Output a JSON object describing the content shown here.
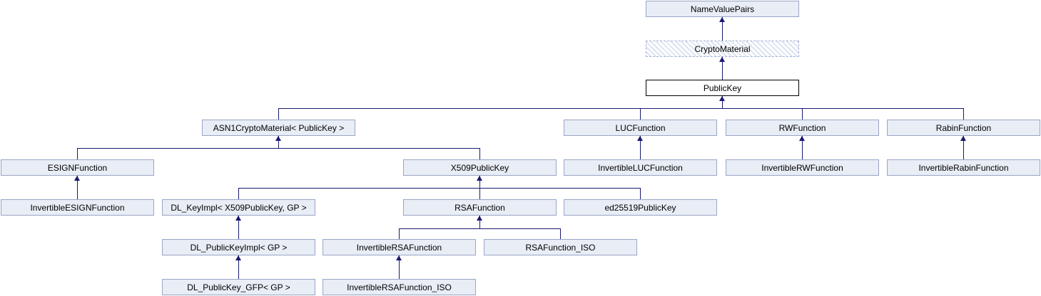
{
  "diagram": {
    "type": "class-inheritance-graph",
    "title": "PublicKey inheritance diagram",
    "nodes": [
      {
        "label": "NameValuePairs",
        "style": "default"
      },
      {
        "label": "CryptoMaterial",
        "style": "dashed-hatched"
      },
      {
        "label": "PublicKey",
        "style": "current-class"
      },
      {
        "label": "ASN1CryptoMaterial< PublicKey >",
        "style": "default"
      },
      {
        "label": "LUCFunction",
        "style": "default"
      },
      {
        "label": "RWFunction",
        "style": "default"
      },
      {
        "label": "RabinFunction",
        "style": "default"
      },
      {
        "label": "ESIGNFunction",
        "style": "default"
      },
      {
        "label": "X509PublicKey",
        "style": "default"
      },
      {
        "label": "InvertibleLUCFunction",
        "style": "default"
      },
      {
        "label": "InvertibleRWFunction",
        "style": "default"
      },
      {
        "label": "InvertibleRabinFunction",
        "style": "default"
      },
      {
        "label": "InvertibleESIGNFunction",
        "style": "default"
      },
      {
        "label": "DL_KeyImpl< X509PublicKey, GP >",
        "style": "default"
      },
      {
        "label": "RSAFunction",
        "style": "default"
      },
      {
        "label": "ed25519PublicKey",
        "style": "default"
      },
      {
        "label": "DL_PublicKeyImpl< GP >",
        "style": "default"
      },
      {
        "label": "InvertibleRSAFunction",
        "style": "default"
      },
      {
        "label": "RSAFunction_ISO",
        "style": "default"
      },
      {
        "label": "DL_PublicKey_GFP< GP >",
        "style": "default"
      },
      {
        "label": "InvertibleRSAFunction_ISO",
        "style": "default"
      }
    ],
    "edges": [
      {
        "child": "CryptoMaterial",
        "parent": "NameValuePairs"
      },
      {
        "child": "PublicKey",
        "parent": "CryptoMaterial"
      },
      {
        "child": "ASN1CryptoMaterial< PublicKey >",
        "parent": "PublicKey"
      },
      {
        "child": "LUCFunction",
        "parent": "PublicKey"
      },
      {
        "child": "RWFunction",
        "parent": "PublicKey"
      },
      {
        "child": "RabinFunction",
        "parent": "PublicKey"
      },
      {
        "child": "ESIGNFunction",
        "parent": "ASN1CryptoMaterial< PublicKey >"
      },
      {
        "child": "X509PublicKey",
        "parent": "ASN1CryptoMaterial< PublicKey >"
      },
      {
        "child": "InvertibleLUCFunction",
        "parent": "LUCFunction"
      },
      {
        "child": "InvertibleRWFunction",
        "parent": "RWFunction"
      },
      {
        "child": "InvertibleRabinFunction",
        "parent": "RabinFunction"
      },
      {
        "child": "InvertibleESIGNFunction",
        "parent": "ESIGNFunction"
      },
      {
        "child": "DL_KeyImpl< X509PublicKey, GP >",
        "parent": "X509PublicKey"
      },
      {
        "child": "RSAFunction",
        "parent": "X509PublicKey"
      },
      {
        "child": "ed25519PublicKey",
        "parent": "X509PublicKey"
      },
      {
        "child": "DL_PublicKeyImpl< GP >",
        "parent": "DL_KeyImpl< X509PublicKey, GP >"
      },
      {
        "child": "InvertibleRSAFunction",
        "parent": "RSAFunction"
      },
      {
        "child": "RSAFunction_ISO",
        "parent": "RSAFunction"
      },
      {
        "child": "DL_PublicKey_GFP< GP >",
        "parent": "DL_PublicKeyImpl< GP >"
      },
      {
        "child": "InvertibleRSAFunction_ISO",
        "parent": "InvertibleRSAFunction"
      }
    ],
    "colors": {
      "node_fill": "#e8edf6",
      "node_border": "#9aa5c6",
      "current_node_fill": "#ffffff",
      "current_node_border": "#000000",
      "hatch_stripe": "#dce3f1",
      "edge": "#191970",
      "text": "#000000"
    }
  }
}
